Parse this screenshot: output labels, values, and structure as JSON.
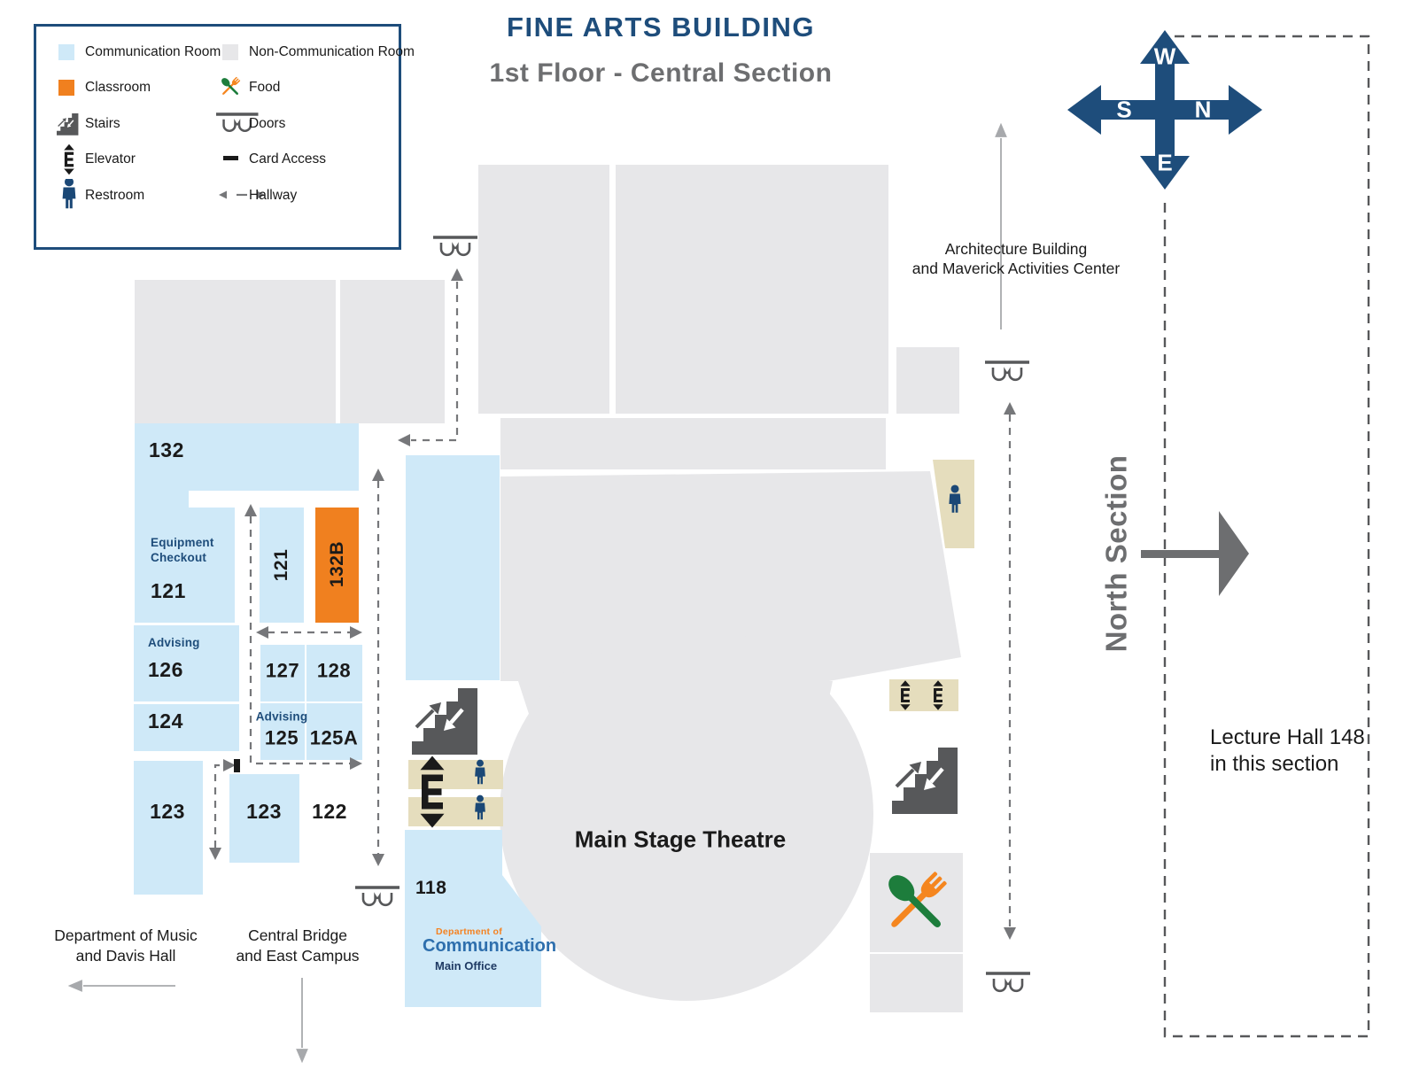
{
  "title": {
    "line1": "FINE ARTS BUILDING",
    "line2": "1st Floor - Central Section"
  },
  "legend": {
    "communication_room": "Communication Room",
    "classroom": "Classroom",
    "stairs": "Stairs",
    "elevator": "Elevator",
    "restroom": "Restroom",
    "non_communication_room": "Non-Communication Room",
    "food": "Food",
    "doors": "Doors",
    "card_access": "Card Access",
    "hallway": "Hallway"
  },
  "compass": {
    "top": "W",
    "right": "N",
    "bottom": "E",
    "left": "S"
  },
  "rooms": {
    "r132": "132",
    "equipment_checkout_line1": "Equipment",
    "equipment_checkout_line2": "Checkout",
    "equipment_checkout_number": "121",
    "r121_vertical": "121",
    "r132b": "132B",
    "advising_label_126": "Advising",
    "r126": "126",
    "r124": "124",
    "r127": "127",
    "r128": "128",
    "advising_label_125": "Advising",
    "r125": "125",
    "r125a": "125A",
    "r123_left": "123",
    "r123_center": "123",
    "r122": "122",
    "r118": "118",
    "main_stage_theatre": "Main Stage Theatre"
  },
  "communication_office": {
    "dept": "Department of",
    "name": "Communication",
    "office": "Main Office"
  },
  "annotations": {
    "architecture_line1": "Architecture Building",
    "architecture_line2": "and Maverick Activities Center",
    "north_section": "North Section",
    "lecture_line1": "Lecture Hall 148",
    "lecture_line2": "in this section",
    "music_line1": "Department of Music",
    "music_line2": "and Davis Hall",
    "bridge_line1": "Central Bridge",
    "bridge_line2": "and East Campus"
  },
  "colors": {
    "communication_room": "#cfe9f8",
    "non_communication_room": "#e7e7e9",
    "classroom": "#f0801f",
    "restroom_area": "#e5ddbd",
    "navy": "#1e4d7b",
    "gray_text": "#6d6e70",
    "stairs_gray": "#57585a",
    "hallway_gray": "#76777a"
  }
}
